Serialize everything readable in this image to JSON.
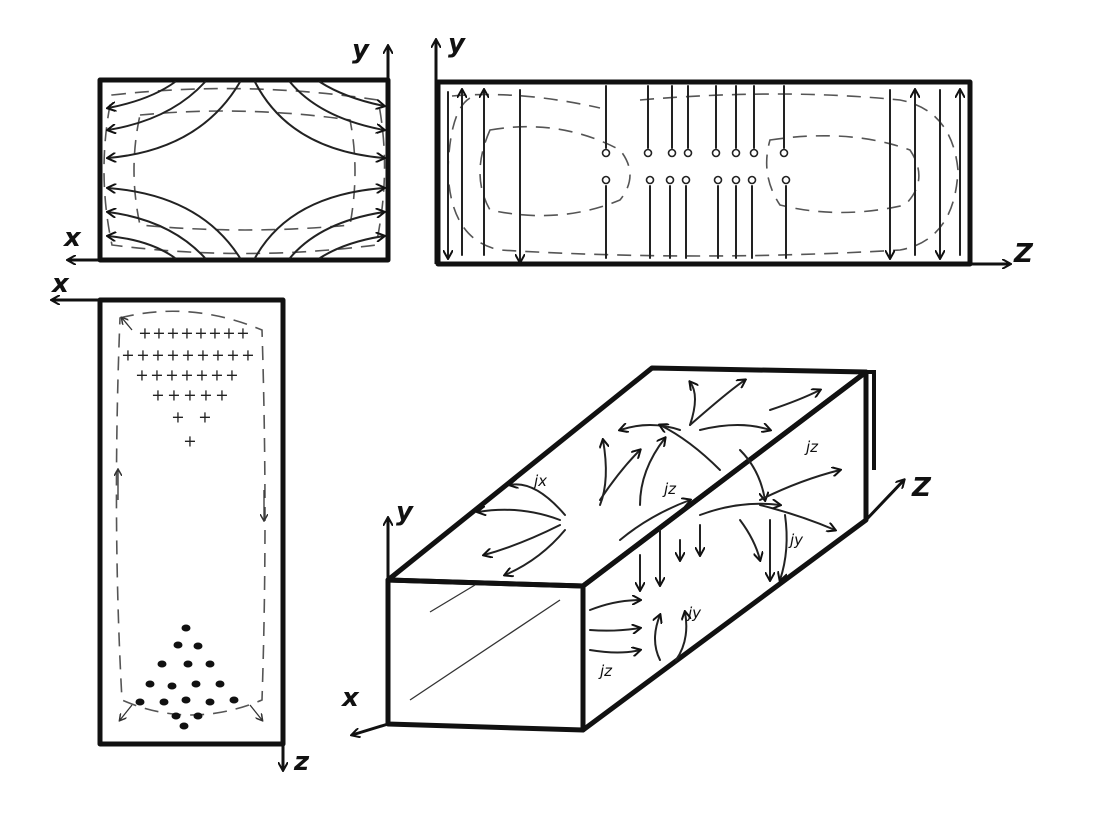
{
  "views": {
    "xy_section": {
      "axis_x": "x",
      "axis_y": "y"
    },
    "zy_section": {
      "axis_z": "Z",
      "axis_y": "y"
    },
    "zx_section": {
      "axis_x": "x",
      "axis_z": "z"
    },
    "isometric": {
      "axis_x": "x",
      "axis_y": "y",
      "axis_z": "Z",
      "current_labels": {
        "jx": "jx",
        "jz_top": "jz",
        "jz_top_right": "jz",
        "jy_right": "jy",
        "jy_front": "jy",
        "jz_front": "jz"
      }
    }
  },
  "symbols": {
    "positive_charge": "+",
    "negative_charge": "•"
  },
  "colors": {
    "ink": "#111111",
    "dashed": "#555555",
    "background": "#ffffff"
  }
}
